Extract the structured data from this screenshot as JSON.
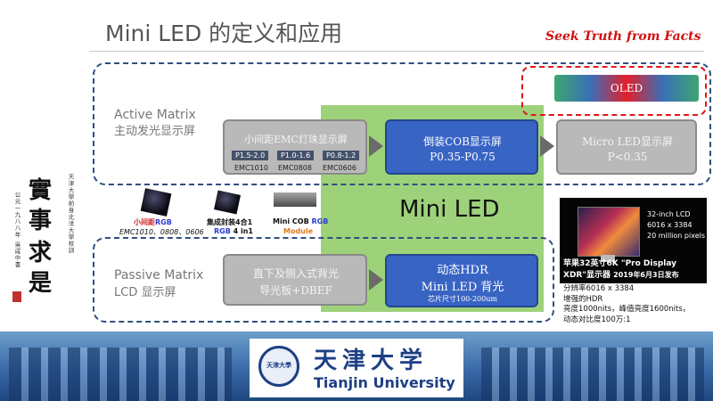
{
  "header": {
    "title": "Mini LED 的定义和应用",
    "slogan": "Seek Truth from Facts"
  },
  "left_panel": {
    "calligraphy": [
      "實",
      "事",
      "求",
      "是"
    ],
    "inscription_right": "天津大學前身北洋大學校訓",
    "inscription_left": "公元一九八八年 吳咸中書"
  },
  "active_matrix": {
    "label_en": "Active Matrix",
    "label_cn": "主动发光显示屏",
    "box1": {
      "title": "小间距EMC灯珠显示屏",
      "pitches": [
        "P1.5-2.0",
        "P1.0-1.6",
        "P0.8-1.2"
      ],
      "packages": [
        "EMC1010",
        "EMC0808",
        "EMC0606"
      ]
    },
    "box2": {
      "title": "倒装COB显示屏",
      "subtitle": "P0.35-P0.75"
    },
    "box3": {
      "title": "Micro LED显示屏",
      "subtitle": "P<0.35"
    },
    "oled": "OLED"
  },
  "mini_led_label": "Mini LED",
  "products": {
    "item1": {
      "line1_red": "小间距",
      "line1_rgb": "RGB",
      "line2": "EMC1010、0808、0606"
    },
    "item2": {
      "line1": "集成封装4合1",
      "line2_rgb": "RGB",
      "line2_tail": "4 in1"
    },
    "item3": {
      "line1": "Mini COB",
      "line1_rgb": "RGB",
      "line2": "Module"
    }
  },
  "passive_matrix": {
    "label_en": "Passive Matrix",
    "label_cn": "LCD 显示屏",
    "box1": {
      "line1": "直下及侧入式背光",
      "line2": "导光板+DBEF"
    },
    "box2": {
      "line1": "动态HDR",
      "line2": "Mini LED 背光",
      "line3": "芯片尺寸100-200um"
    }
  },
  "product_photo": {
    "overlay": [
      "32-inch LCD",
      "6016 x 3384",
      "20 million pixels"
    ],
    "caption_line1": "苹果32英寸6K \"Pro Display",
    "caption_line2": "XDR\"显示器",
    "caption_date": "2019年6月3日发布"
  },
  "specs": [
    "分辨率6016 x 3384",
    "增强的HDR",
    "亮度1000nits，峰值亮度1600nits，",
    "动态对比度100万:1"
  ],
  "footer": {
    "university_cn": "天津大学",
    "university_en": "Tianjin University",
    "seal_text": "天津大學"
  },
  "colors": {
    "accent": "#3864c4",
    "slogan": "#d01010",
    "green": "#9ed27a",
    "navy": "#1d3f84"
  }
}
